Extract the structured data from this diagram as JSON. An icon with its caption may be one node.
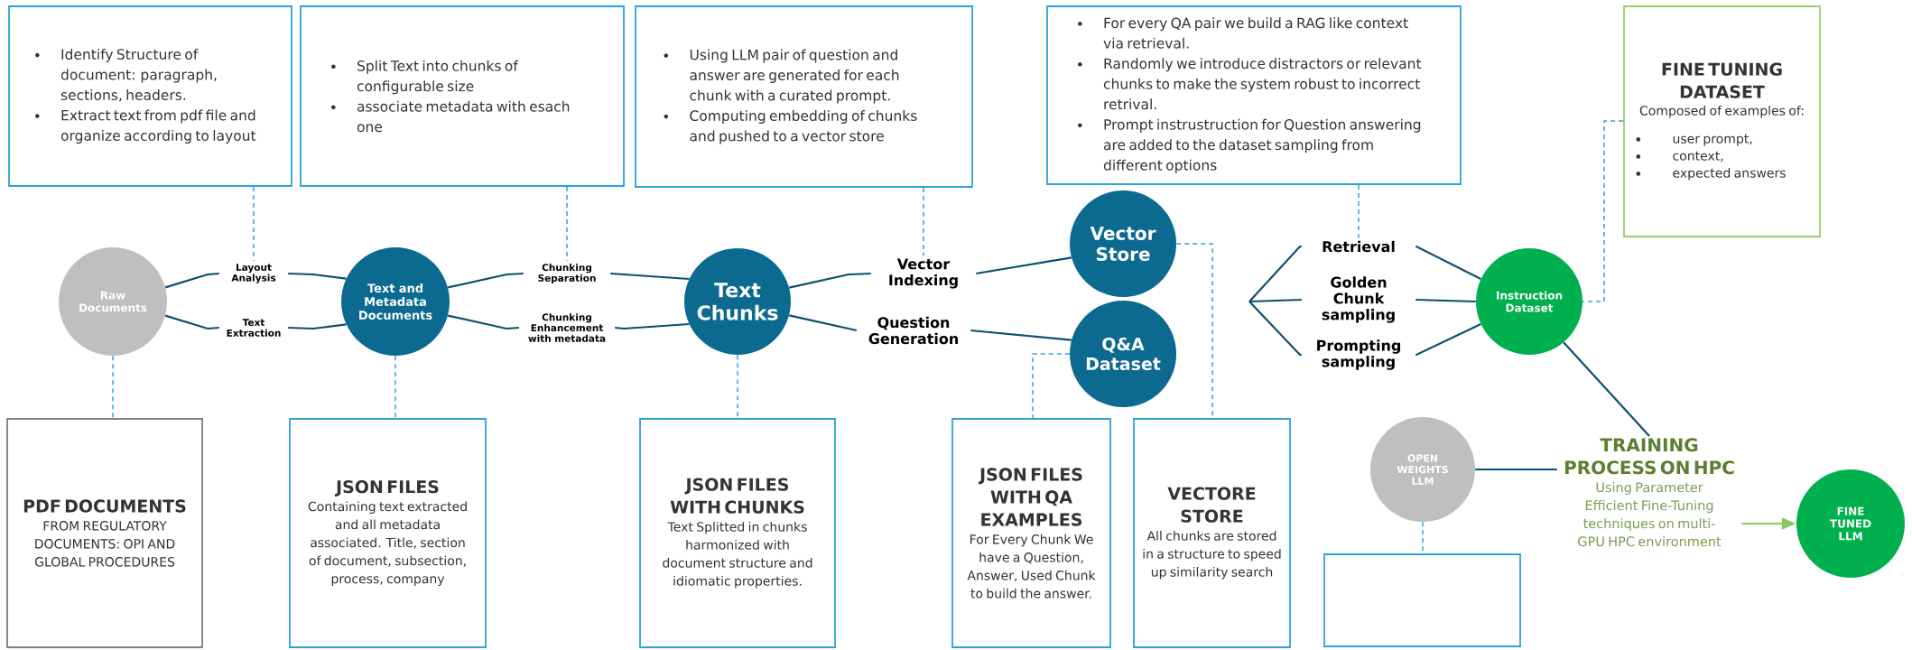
{
  "diagram": {
    "nodes": [
      {
        "text": [
          "Identify Structure of document: paragraph, sections, headers.",
          "Extract text from pdf file and organize according to layout"
        ]
      },
      {
        "text": [
          "Split Text into chunks of configurable size",
          "associate metadata with esach one"
        ]
      },
      {
        "text": [
          "Using LLM pair of question and answer are generated for each chunk with a curated prompt.",
          "Computing embedding of chunks and pushed to a vector store"
        ]
      },
      {
        "text": [
          "For every QA pair we build a RAG like context via retrieval.",
          "Randomly we introduce distractors or relevant chunks to make the system robust to incorrect retrival.",
          "Prompt instrustruction for Question answering are added to the dataset sampling from different options"
        ]
      },
      {
        "text": [
          "FINE TUNING DATASET",
          "Composed of examples of:",
          "user prompt,",
          "context,",
          "expected answers"
        ]
      },
      {
        "text": [
          "Raw Documents"
        ]
      },
      {
        "text": [
          "Layout Analysis"
        ]
      },
      {
        "text": [
          "Text Extraction"
        ]
      },
      {
        "text": [
          "Text and Metadata Documents"
        ]
      },
      {
        "text": [
          "Chunking Separation"
        ]
      },
      {
        "text": [
          "Chunking Enhancement with metadata"
        ]
      },
      {
        "text": [
          "Text Chunks"
        ]
      },
      {
        "text": [
          "Vector Indexing"
        ]
      },
      {
        "text": [
          "Question Generation"
        ]
      },
      {
        "text": [
          "Vector Store"
        ]
      },
      {
        "text": [
          "Q&A Dataset"
        ]
      },
      {
        "text": [
          "Retrieval"
        ]
      },
      {
        "text": [
          "Golden Chunk sampling"
        ]
      },
      {
        "text": [
          "Prompting sampling"
        ]
      },
      {
        "text": [
          "Instruction Dataset"
        ]
      },
      {
        "text": [
          "OPEN WEIGHTS LLM"
        ]
      },
      {
        "text": [
          "TRAINING PROCESS ON HPC",
          "Using Parameter Efficient Fine-Tuning techniques on multi-GPU HPC environment"
        ]
      },
      {
        "text": [
          "FINE TUNED LLM"
        ]
      },
      {
        "text": [
          "PDF DOCUMENTS",
          "FROM REGULATORY DOCUMENTS: OPI AND GLOBAL PROCEDURES"
        ]
      },
      {
        "text": [
          "JSON FILES",
          "Containing text extracted and all metadata associated. Title, section of document, subsection, process, company"
        ]
      },
      {
        "text": [
          "JSON FILES WITH CHUNKS",
          "Text Splitted in chunks harmonized with document structure and idiomatic properties."
        ]
      },
      {
        "text": [
          "JSON FILES WITH QA EXAMPLES",
          "For Every Chunk We have a Question, Answer, Used Chunk to build the answer."
        ]
      },
      {
        "text": [
          "VECTORE STORE",
          "All chunks are stored in a structure to speed up similarity search"
        ]
      },
      {
        "text": [],
        "shape": "box"
      }
    ],
    "edges": [
      {
        "from": 5,
        "to": 6,
        "arrow": "none"
      },
      {
        "from": 5,
        "to": 7,
        "arrow": "none"
      },
      {
        "from": 6,
        "to": 8,
        "arrow": "none"
      },
      {
        "from": 7,
        "to": 8,
        "arrow": "none"
      },
      {
        "from": 8,
        "to": 9,
        "arrow": "none"
      },
      {
        "from": 8,
        "to": 10,
        "arrow": "none"
      },
      {
        "from": 9,
        "to": 11,
        "arrow": "none"
      },
      {
        "from": 10,
        "to": 11,
        "arrow": "none"
      },
      {
        "from": 11,
        "to": 12,
        "arrow": "none"
      },
      {
        "from": 11,
        "to": 13,
        "arrow": "none"
      },
      {
        "from": 12,
        "to": 14,
        "arrow": "none"
      },
      {
        "from": 13,
        "to": 15,
        "arrow": "none"
      },
      {
        "from": null,
        "to": 16,
        "arrow": "none"
      },
      {
        "from": null,
        "to": 17,
        "arrow": "none"
      },
      {
        "from": null,
        "to": 18,
        "arrow": "none"
      },
      {
        "from": 16,
        "to": 19,
        "arrow": "none"
      },
      {
        "from": 17,
        "to": 19,
        "arrow": "none"
      },
      {
        "from": 18,
        "to": 19,
        "arrow": "none"
      },
      {
        "from": 19,
        "to": 21,
        "arrow": "none"
      },
      {
        "from": 20,
        "to": 21,
        "arrow": "none"
      },
      {
        "from": 21,
        "to": 22,
        "arrow": "to",
        "color": "#8fc860"
      },
      {
        "from": 0,
        "to": 6,
        "arrow": "none",
        "style": "dashed",
        "color": "#2ba3d9"
      },
      {
        "from": 1,
        "to": 9,
        "arrow": "none",
        "style": "dashed",
        "color": "#2ba3d9"
      },
      {
        "from": 2,
        "to": 12,
        "arrow": "none",
        "style": "dashed",
        "color": "#2ba3d9"
      },
      {
        "from": 3,
        "to": 16,
        "arrow": "none",
        "style": "dashed",
        "color": "#2ba3d9"
      },
      {
        "from": 4,
        "to": 19,
        "arrow": "none",
        "style": "dashed",
        "color": "#2ba3d9"
      },
      {
        "from": 5,
        "to": 23,
        "arrow": "none",
        "style": "dashed",
        "color": "#2ba3d9"
      },
      {
        "from": 8,
        "to": 24,
        "arrow": "none",
        "style": "dashed",
        "color": "#2ba3d9"
      },
      {
        "from": 11,
        "to": 25,
        "arrow": "none",
        "style": "dashed",
        "color": "#2ba3d9"
      },
      {
        "from": 15,
        "to": 26,
        "arrow": "none",
        "style": "dashed",
        "color": "#2ba3d9"
      },
      {
        "from": 14,
        "to": 27,
        "arrow": "none",
        "style": "dashed",
        "color": "#2ba3d9"
      },
      {
        "from": 20,
        "to": 28,
        "arrow": "none",
        "style": "dashed",
        "color": "#2ba3d9"
      }
    ]
  }
}
